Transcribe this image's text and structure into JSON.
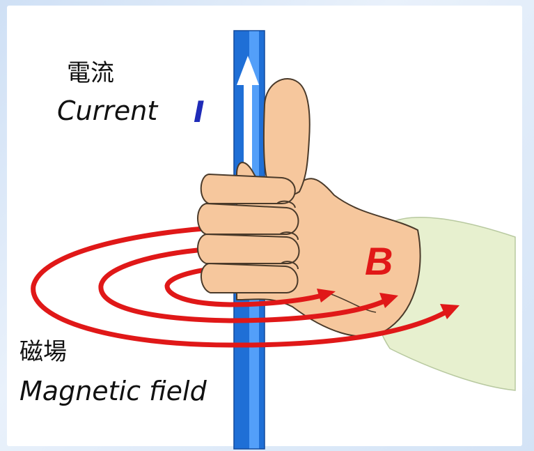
{
  "labels": {
    "current_zh": "電流",
    "current_en": "Current",
    "current_symbol": "I",
    "field_zh": "磁場",
    "field_en": "Magnetic field",
    "field_symbol": "B"
  },
  "colors": {
    "wire": "#1f6fd6",
    "wire_highlight": "#5da8ff",
    "arrow": "#ffffff",
    "field_lines": "#e01818",
    "skin": "#f6c79d",
    "skin_outline": "#4a3a2a",
    "sleeve": "#e7f0cf",
    "current_symbol": "#1f2bb8"
  },
  "icons": {
    "hand": "right-hand-thumb-up-icon",
    "wire": "current-wire",
    "field": "concentric-field-loops"
  }
}
